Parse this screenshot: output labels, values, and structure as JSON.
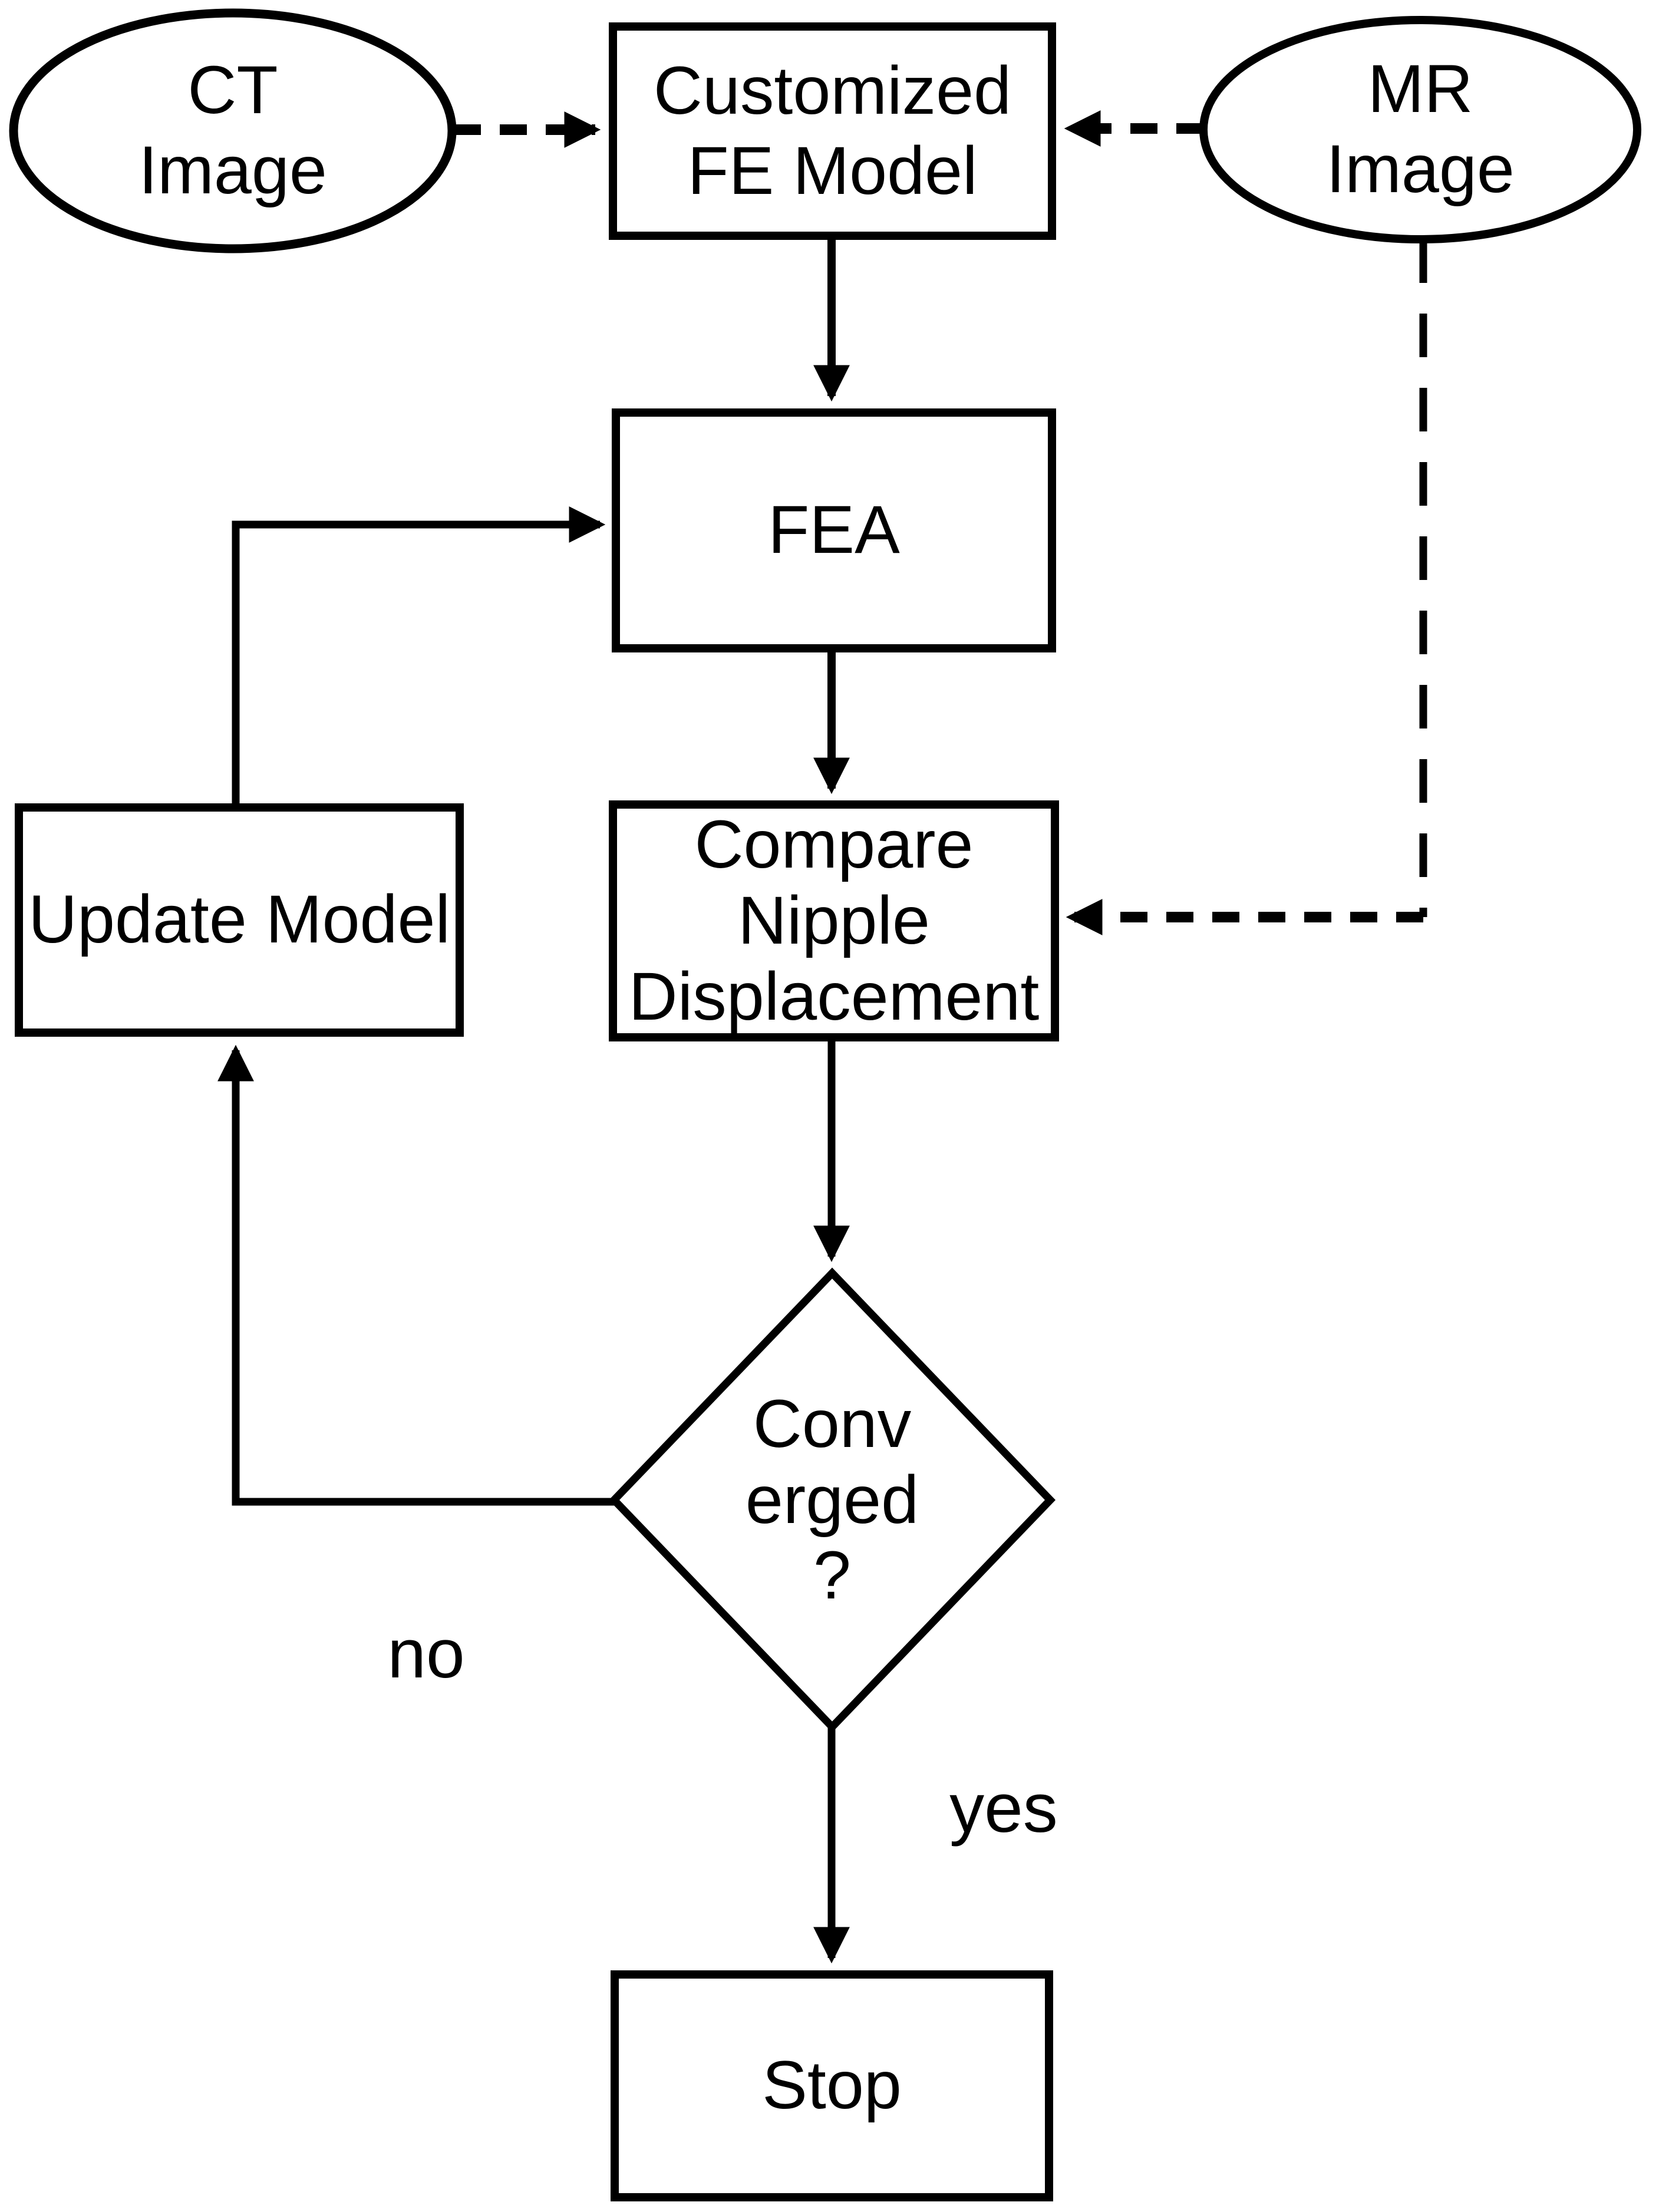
{
  "diagram": {
    "title": "FE model convergence flowchart",
    "ink_color": "#000000",
    "background_color": "#ffffff",
    "nodes": {
      "ct_image": {
        "shape": "ellipse",
        "lines": [
          "CT",
          "Image"
        ]
      },
      "fe_model": {
        "shape": "rect",
        "lines": [
          "Customized",
          "FE Model"
        ]
      },
      "mr_image": {
        "shape": "ellipse",
        "lines": [
          "MR",
          "Image"
        ]
      },
      "fea": {
        "shape": "rect",
        "lines": [
          "FEA"
        ]
      },
      "update_model": {
        "shape": "rect",
        "lines": [
          "Update Model"
        ]
      },
      "compare": {
        "shape": "rect",
        "lines": [
          "Compare",
          "Nipple",
          "Displacement"
        ]
      },
      "converged": {
        "shape": "diamond",
        "lines": [
          "Conv",
          "erged",
          "?"
        ]
      },
      "stop": {
        "shape": "rect",
        "lines": [
          "Stop"
        ]
      }
    },
    "edges": {
      "ct_to_femodel": {
        "style": "dashed",
        "from": "ct_image",
        "to": "fe_model"
      },
      "mr_to_femodel": {
        "style": "dashed",
        "from": "mr_image",
        "to": "fe_model"
      },
      "femodel_to_fea": {
        "style": "solid",
        "from": "fe_model",
        "to": "fea"
      },
      "update_to_fea": {
        "style": "solid",
        "from": "update_model",
        "to": "fea"
      },
      "fea_to_compare": {
        "style": "solid",
        "from": "fea",
        "to": "compare"
      },
      "mr_to_compare": {
        "style": "dashed",
        "from": "mr_image",
        "to": "compare"
      },
      "compare_to_diamond": {
        "style": "solid",
        "from": "compare",
        "to": "converged"
      },
      "diamond_to_update": {
        "style": "solid",
        "from": "converged",
        "to": "update_model",
        "label": "no"
      },
      "diamond_to_stop": {
        "style": "solid",
        "from": "converged",
        "to": "stop",
        "label": "yes"
      }
    },
    "edge_labels": {
      "no": "no",
      "yes": "yes"
    }
  }
}
